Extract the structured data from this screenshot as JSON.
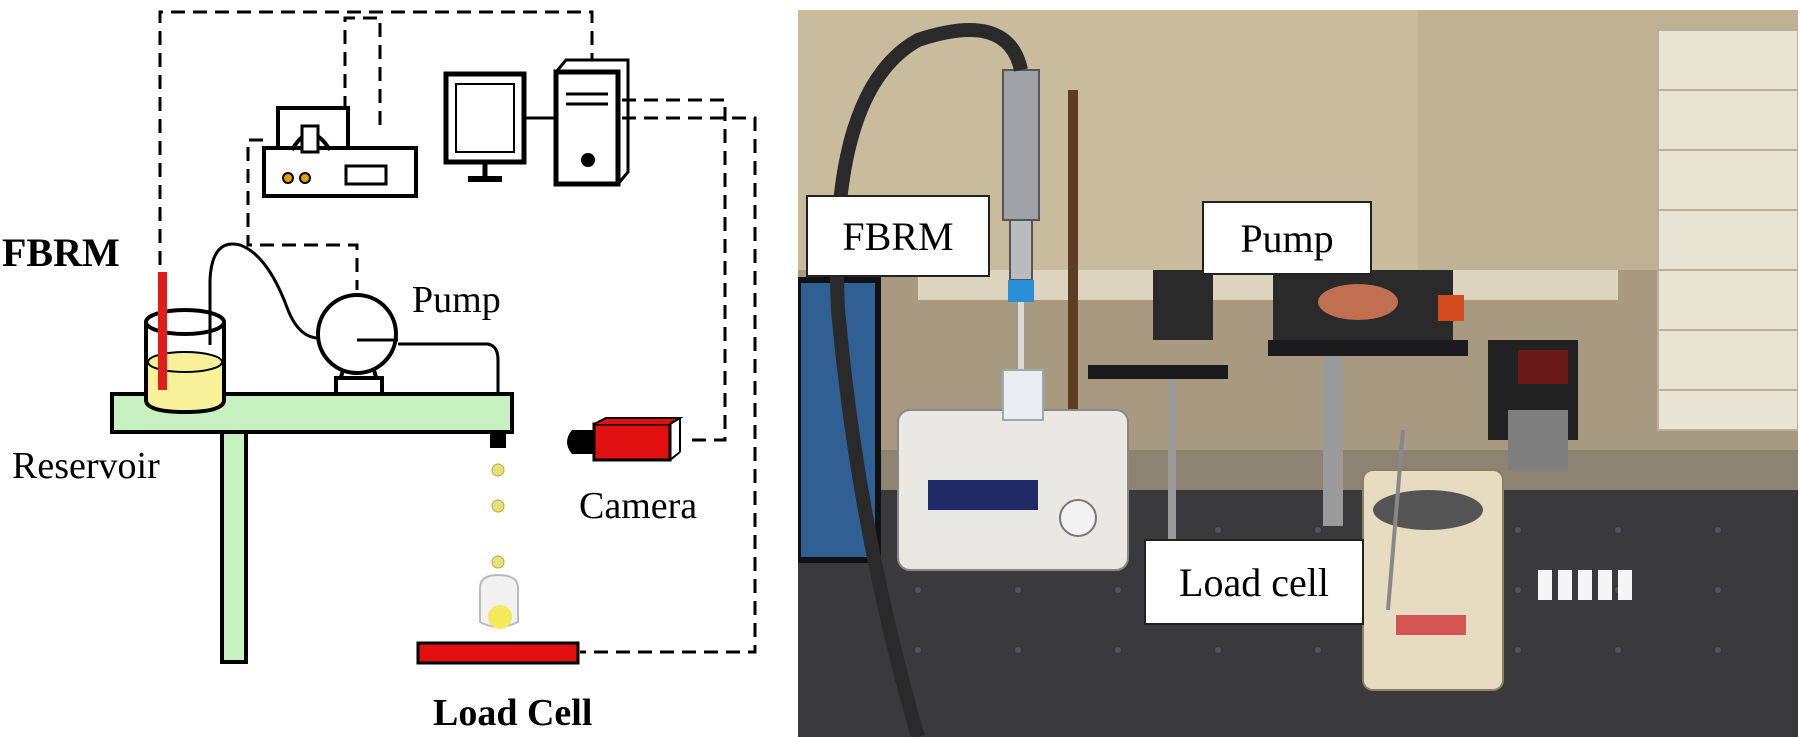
{
  "schematic": {
    "labels": {
      "fbrm": "FBRM",
      "pump": "Pump",
      "reservoir": "Reservoir",
      "camera": "Camera",
      "load_cell": "Load Cell"
    },
    "colors": {
      "probe": "#e21b1b",
      "table": "#c6f2c0",
      "liquid": "#f7f29a",
      "camera": "#e01010",
      "load_cell": "#e01010",
      "droplet": "#e6df7a"
    },
    "icons": [
      "fbrm-controller-icon",
      "monitor-icon",
      "computer-tower-icon",
      "pump-icon",
      "camera-icon",
      "beaker-icon"
    ]
  },
  "photo": {
    "callouts": {
      "fbrm": "FBRM",
      "pump": "Pump",
      "load_cell": "Load cell"
    }
  }
}
